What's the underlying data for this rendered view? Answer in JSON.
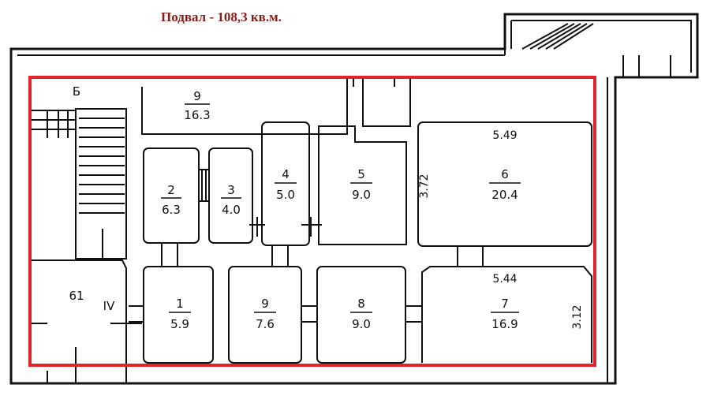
{
  "title": "Подвал - 108,3 кв.м.",
  "labels": {
    "stairs_left": "Б",
    "room_61": "61",
    "room_iv": "IV",
    "dim_top_6": "5.49",
    "dim_left_6": "3.72",
    "dim_top_7": "5.44",
    "dim_right_7": "3.12"
  },
  "rooms": [
    {
      "id": "9",
      "area": "16.3"
    },
    {
      "id": "2",
      "area": "6.3"
    },
    {
      "id": "3",
      "area": "4.0"
    },
    {
      "id": "4",
      "area": "5.0"
    },
    {
      "id": "5",
      "area": "9.0"
    },
    {
      "id": "6",
      "area": "20.4"
    },
    {
      "id": "1",
      "area": "5.9"
    },
    {
      "id": "9",
      "area": "7.6"
    },
    {
      "id": "8",
      "area": "9.0"
    },
    {
      "id": "7",
      "area": "16.9"
    }
  ],
  "colors": {
    "highlight": "#e3232a",
    "title": "#8b1a1a"
  }
}
